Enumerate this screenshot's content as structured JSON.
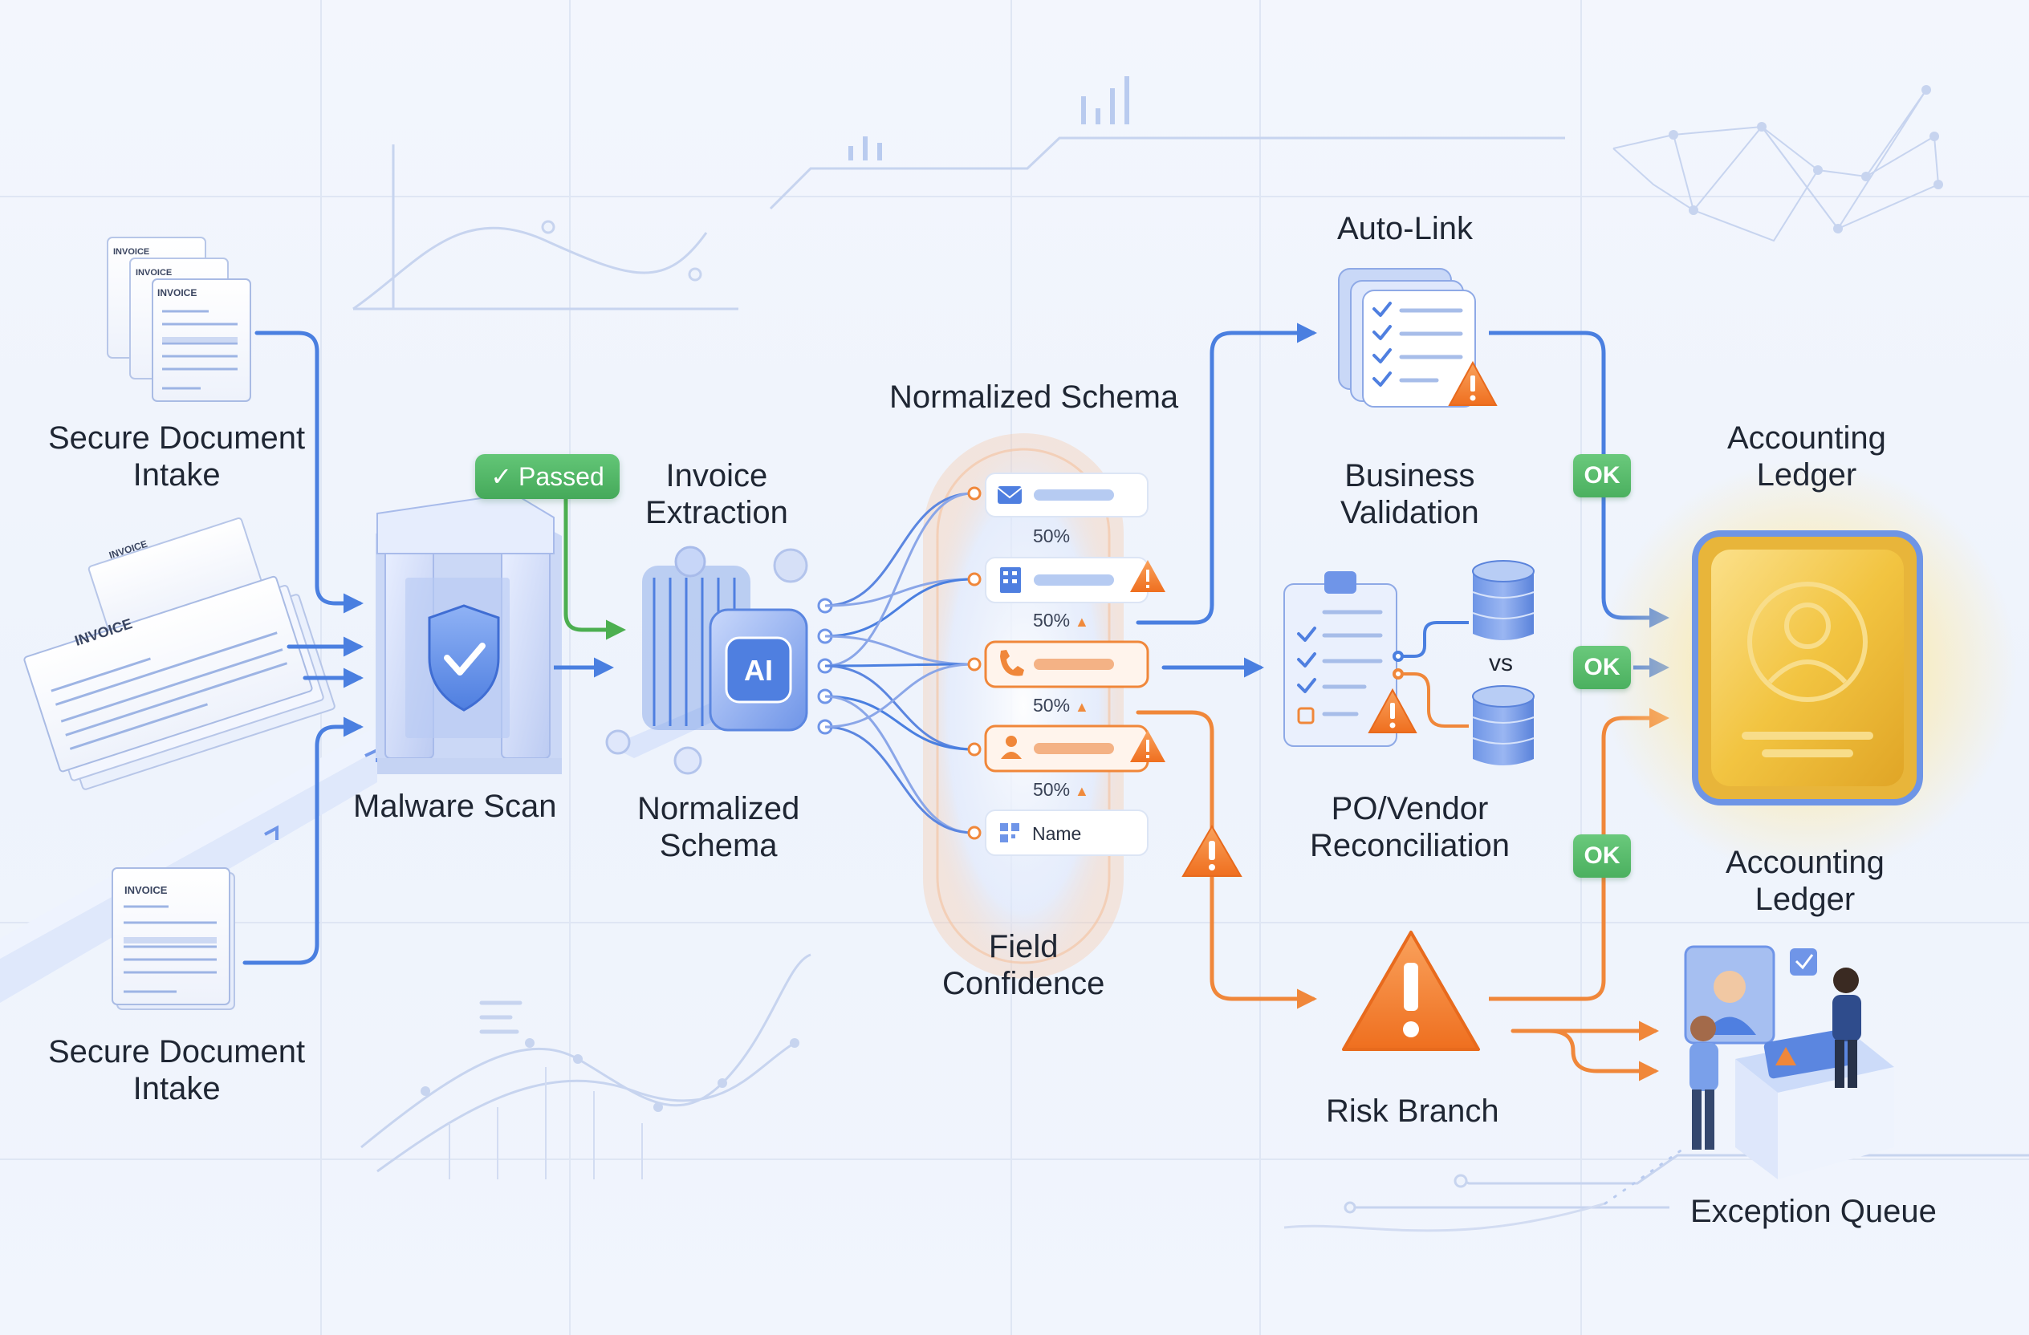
{
  "labels": {
    "intake_top": [
      "Secure Document",
      "Intake"
    ],
    "intake_bottom": [
      "Secure Document",
      "Intake"
    ],
    "malware_scan": "Malware Scan",
    "invoice_extraction": [
      "Invoice",
      "Extraction"
    ],
    "normalized_schema_top": "Normalized Schema",
    "normalized_schema_bottom": [
      "Normalized",
      "Schema"
    ],
    "field_confidence": [
      "Field",
      "Confidence"
    ],
    "auto_link": "Auto-Link",
    "business_validation": [
      "Business",
      "Validation"
    ],
    "po_vendor": [
      "PO/Vendor",
      "Reconciliation"
    ],
    "risk_branch": "Risk Branch",
    "ledger_top": [
      "Accounting",
      "Ledger"
    ],
    "ledger_bottom": [
      "Accounting",
      "Ledger"
    ],
    "exception_queue": "Exception Queue"
  },
  "badges": {
    "passed": "Passed",
    "ok": "OK",
    "ai": "AI",
    "vs": "vs"
  },
  "document_titles": [
    "INVOICE",
    "INVOICE",
    "INVOICE",
    "INVOICE",
    "INVOICE",
    "INVOICE"
  ],
  "field_confidence": {
    "values": [
      "50%",
      "50%",
      "50%",
      "50%"
    ],
    "name_field": "Name"
  },
  "colors": {
    "blue_flow": "#4a7fe0",
    "green_flow": "#4caf50",
    "orange_flow": "#f0873a",
    "ok_badge": "#55b866",
    "warning": "#f07d2e",
    "ledger_gold": "#f2c441"
  },
  "icons": [
    "invoice-document-icon",
    "shield-check-icon",
    "ai-chip-icon",
    "mail-icon",
    "building-icon",
    "phone-icon",
    "person-icon",
    "warning-icon",
    "checklist-icon",
    "database-icon",
    "ledger-user-icon",
    "team-desk-icon"
  ]
}
